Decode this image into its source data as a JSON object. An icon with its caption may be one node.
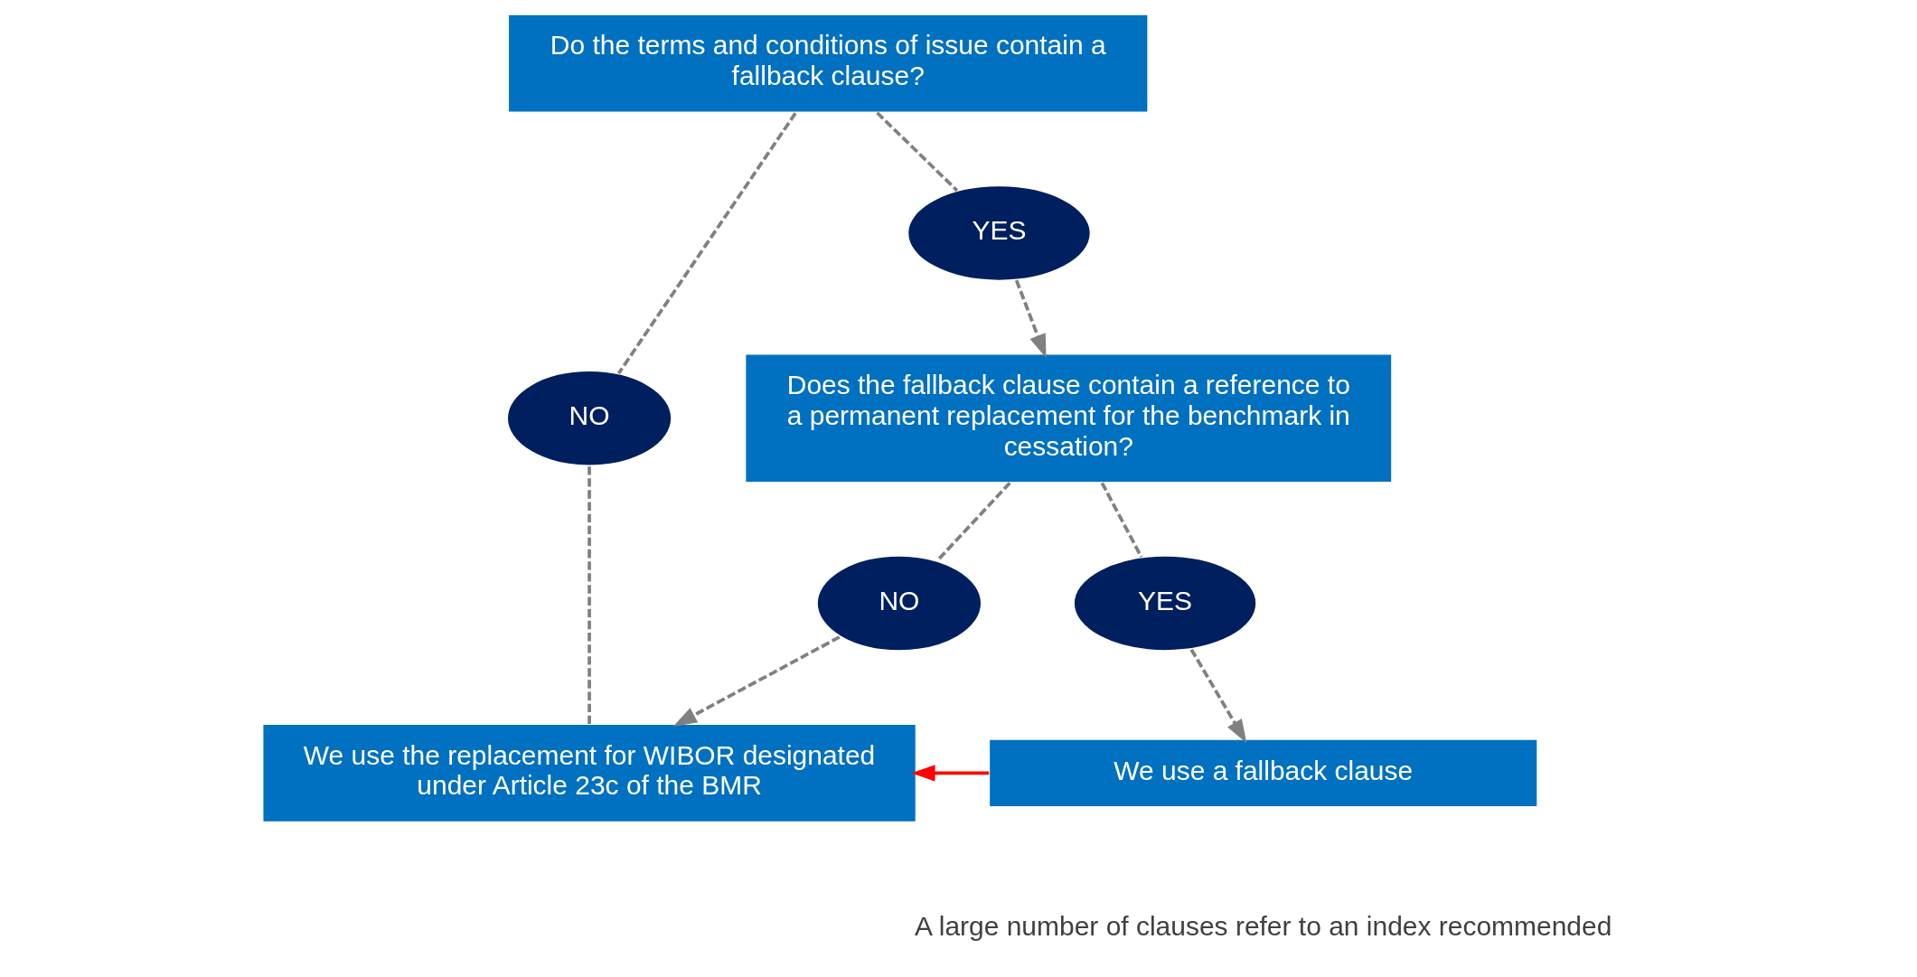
{
  "diagram": {
    "nodes": [
      {
        "text": [
          "Do the terms and conditions of issue contain a fallback clause?"
        ]
      },
      {
        "text": [
          "NO"
        ]
      },
      {
        "text": [
          "YES"
        ]
      },
      {
        "text": [
          "Does the fallback clause contain a reference to a permanent replacement for the benchmark in cessation?"
        ]
      },
      {
        "text": [
          "We use the replacement for WIBOR designated under Article 23c of the BMR"
        ]
      },
      {
        "text": [
          "NO"
        ]
      },
      {
        "text": [
          "YES"
        ]
      },
      {
        "text": [
          "We use a fallback clause"
        ]
      }
    ],
    "edges": [
      {
        "from": 0,
        "to": 1,
        "arrow": "none",
        "style": "dashed"
      },
      {
        "from": 0,
        "to": 2,
        "arrow": "none",
        "style": "dashed"
      },
      {
        "from": 1,
        "to": 4,
        "arrow": "none",
        "style": "dashed"
      },
      {
        "from": 2,
        "to": 3,
        "arrow": "to",
        "style": "dashed"
      },
      {
        "from": 3,
        "to": 5,
        "arrow": "none",
        "style": "dashed"
      },
      {
        "from": 3,
        "to": 6,
        "arrow": "none",
        "style": "dashed"
      },
      {
        "from": 5,
        "to": 4,
        "arrow": "to",
        "style": "dashed"
      },
      {
        "from": 6,
        "to": 7,
        "arrow": "to",
        "style": "dashed"
      },
      {
        "from": 7,
        "to": 4,
        "arrow": "to",
        "color": "#ff0000"
      }
    ],
    "labels": [
      "A large number of clauses refer to an index recommended"
    ]
  }
}
